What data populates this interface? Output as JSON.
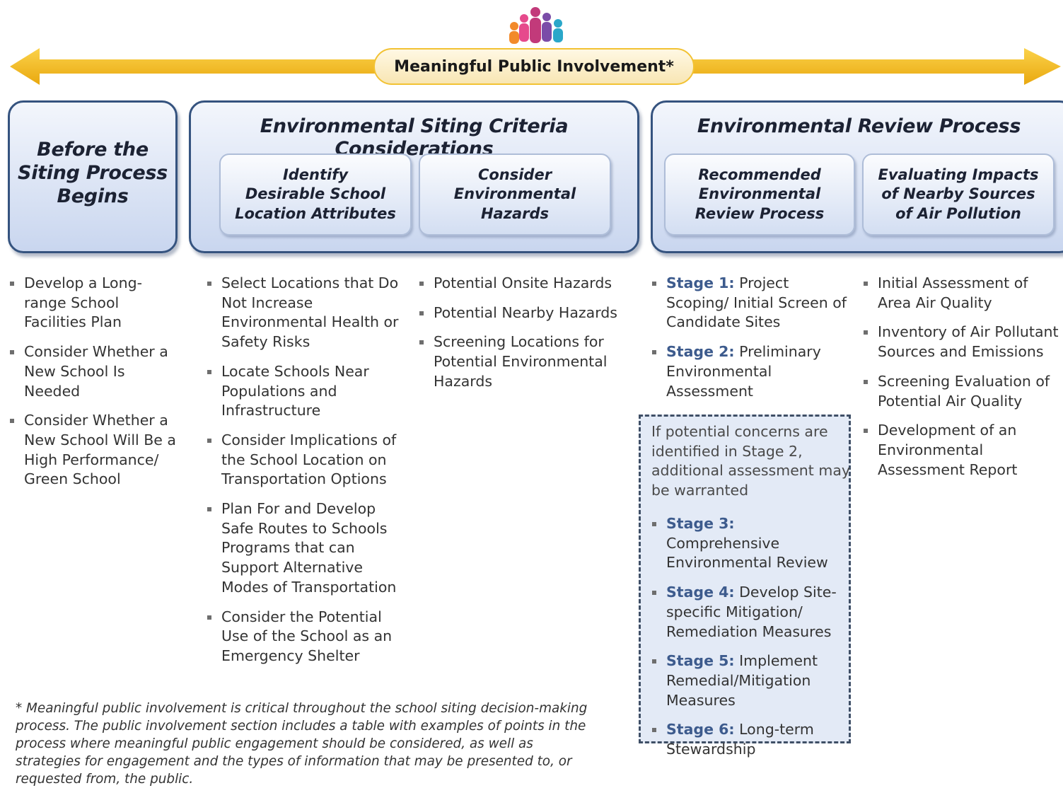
{
  "header": {
    "involvement_label": "Meaningful Public Involvement*"
  },
  "before": {
    "title_lines": [
      "Before the",
      "Siting Process",
      "Begins"
    ],
    "bullets": [
      "Develop a Long-range School Facilities Plan",
      "Consider Whether a New School Is Needed",
      "Consider Whether a New School Will Be a High Performance/ Green School"
    ]
  },
  "criteria": {
    "title": "Environmental Siting Criteria Considerations",
    "sub1_lines": [
      "Identify",
      "Desirable School",
      "Location Attributes"
    ],
    "sub2_lines": [
      "Consider",
      "Environmental",
      "Hazards"
    ],
    "bullets1": [
      "Select Locations that Do Not Increase Environmental Health or Safety Risks",
      "Locate Schools Near Populations and Infrastructure",
      "Consider Implications of the School Location on Transportation Options",
      "Plan For and Develop Safe Routes to Schools Programs that can Support Alternative Modes of Transportation",
      "Consider the Potential Use of the School as an Emergency Shelter"
    ],
    "bullets2": [
      "Potential Onsite Hazards",
      "Potential Nearby Hazards",
      "Screening Locations for Potential Environmental Hazards"
    ]
  },
  "review": {
    "title": "Environmental Review Process",
    "sub1_lines": [
      "Recommended",
      "Environmental",
      "Review Process"
    ],
    "sub2_lines": [
      "Evaluating Impacts",
      "of Nearby Sources",
      "of Air Pollution"
    ],
    "stages_top": [
      {
        "label": "Stage 1:",
        "text": " Project Scoping/ Initial Screen of Candidate Sites"
      },
      {
        "label": "Stage 2:",
        "text": " Preliminary Environmental Assessment"
      }
    ],
    "dashed_note": "If potential concerns are identified in Stage 2, additional assessment may be warranted",
    "stages_bottom": [
      {
        "label": "Stage 3:",
        "text": " Comprehensive Environmental Review"
      },
      {
        "label": "Stage 4:",
        "text": " Develop Site-specific Mitigation/ Remediation Measures"
      },
      {
        "label": "Stage 5:",
        "text": " Implement Remedial/Mitigation Measures"
      },
      {
        "label": "Stage 6:",
        "text": " Long-term Stewardship"
      }
    ],
    "air_bullets": [
      "Initial Assessment of Area Air Quality",
      "Inventory of Air Pollutant Sources and Emissions",
      "Screening Evaluation of Potential Air Quality",
      "Development of an Environmental Assessment Report"
    ]
  },
  "footnote": "* Meaningful public involvement is critical throughout the school siting decision-making process. The public involvement section includes a table with examples of points in the process where meaningful public engagement should be considered, as well as strategies for engagement and the types of information that may be presented to, or requested from, the public.",
  "colors": {
    "arrow": "#f5c02a",
    "panel_border": "#35537f",
    "stage_label": "#3d5b8d"
  },
  "icons": [
    "people-group-icon"
  ]
}
